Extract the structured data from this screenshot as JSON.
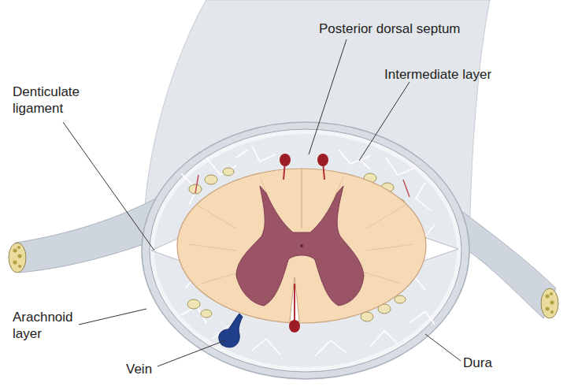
{
  "diagram": {
    "labels": [
      "Posterior dorsal septum",
      "Intermediate layer",
      "Denticulate ligament",
      "Arachnoid layer",
      "Vein",
      "Dura"
    ]
  }
}
